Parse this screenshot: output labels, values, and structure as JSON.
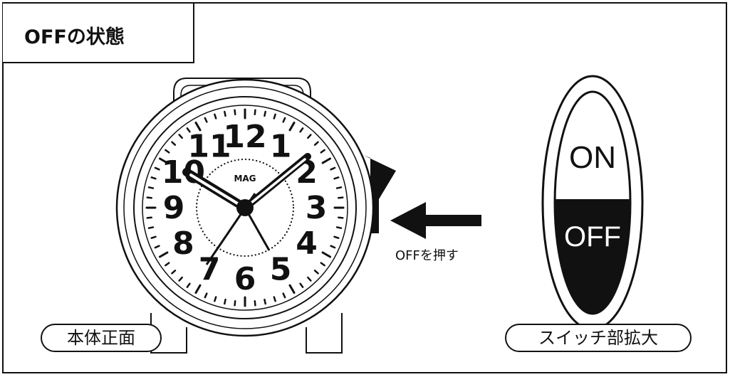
{
  "title": "OFFの状態",
  "clock": {
    "brand": "MAG",
    "numerals": [
      "12",
      "1",
      "2",
      "3",
      "4",
      "5",
      "6",
      "7",
      "8",
      "9",
      "10",
      "11"
    ]
  },
  "callouts": {
    "press_off": "OFFを押す",
    "body_front": "本体正面",
    "switch_zoom": "スイッチ部拡大"
  },
  "switch": {
    "on_label": "ON",
    "off_label": "OFF"
  },
  "colors": {
    "ink": "#111111",
    "paper": "#ffffff"
  }
}
